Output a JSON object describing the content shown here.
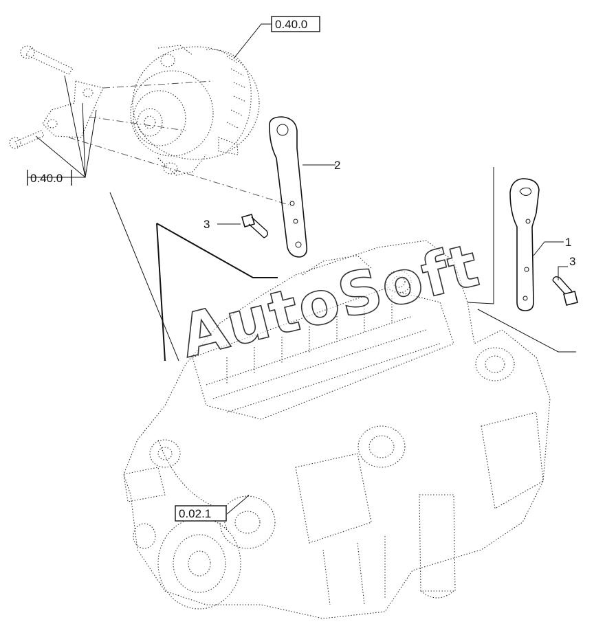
{
  "references": {
    "alternator": "0.40.0",
    "alternator_mount": "0.40.0",
    "engine": "0.02.1"
  },
  "callouts": {
    "item_1": "1",
    "item_2": "2",
    "item_3_left": "3",
    "item_3_right": "3"
  },
  "watermark": "AutoSoft"
}
